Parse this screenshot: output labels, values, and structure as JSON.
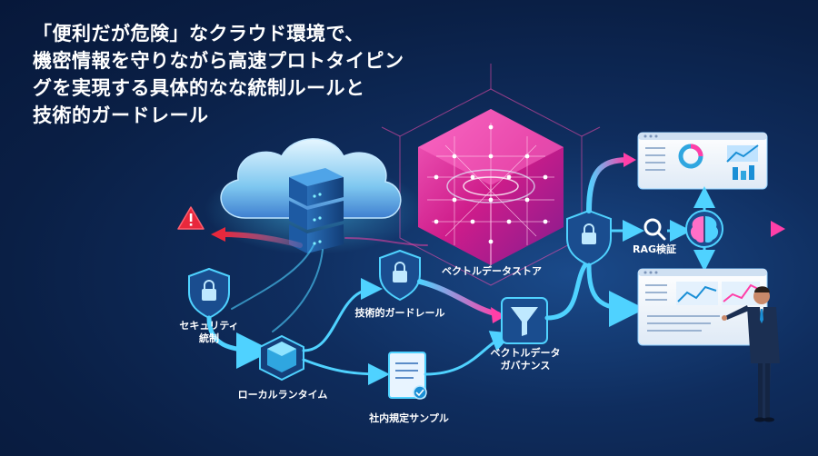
{
  "title": {
    "lines": [
      "「便利だが危険」なクラウド環境で、",
      "機密情報を守りながら高速プロトタイピン",
      "グを実現する具体的なな統制ルールと",
      "技術的ガードレール"
    ]
  },
  "nodes": {
    "security": {
      "lines": [
        "セキュリティ",
        "統制"
      ]
    },
    "local_runtime": {
      "label": "ローカルランタイム"
    },
    "guardrail": {
      "label": "技術的ガードレール"
    },
    "vector_store": {
      "label": "ベクトルデータストア"
    },
    "governance": {
      "lines": [
        "ベクトルデータ",
        "ガバナンス"
      ]
    },
    "rules_sample": {
      "label": "社内規定サンプル"
    },
    "rag": {
      "label": "RAG検証"
    }
  },
  "colors": {
    "background": "#0a1f45",
    "accent_cyan": "#4fd2ff",
    "accent_magenta": "#ff3fa8",
    "warning": "#e8283c"
  }
}
